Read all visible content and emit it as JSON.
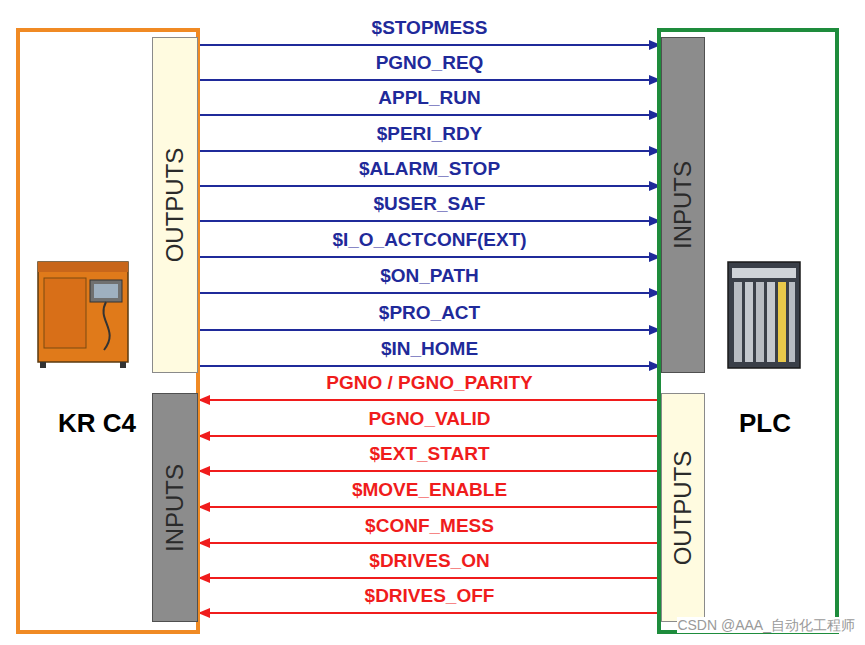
{
  "diagram": {
    "nodes": [
      {
        "text": [
          "KR C4"
        ]
      },
      {
        "text": [
          "OUTPUTS"
        ],
        "in": 0
      },
      {
        "text": [
          "INPUTS"
        ],
        "in": 0
      },
      {
        "text": [
          "PLC"
        ]
      },
      {
        "text": [
          "INPUTS"
        ],
        "in": 3
      },
      {
        "text": [
          "OUTPUTS"
        ],
        "in": 3
      }
    ],
    "edges": [
      {
        "from": 1,
        "to": 4,
        "arrow": "to",
        "label": "$STOPMESS"
      },
      {
        "from": 1,
        "to": 4,
        "arrow": "to",
        "label": "PGNO_REQ"
      },
      {
        "from": 1,
        "to": 4,
        "arrow": "to",
        "label": "APPL_RUN"
      },
      {
        "from": 1,
        "to": 4,
        "arrow": "to",
        "label": "$PERI_RDY"
      },
      {
        "from": 1,
        "to": 4,
        "arrow": "to",
        "label": "$ALARM_STOP"
      },
      {
        "from": 1,
        "to": 4,
        "arrow": "to",
        "label": "$USER_SAF"
      },
      {
        "from": 1,
        "to": 4,
        "arrow": "to",
        "label": "$I_O_ACTCONF(EXT)"
      },
      {
        "from": 1,
        "to": 4,
        "arrow": "to",
        "label": "$ON_PATH"
      },
      {
        "from": 1,
        "to": 4,
        "arrow": "to",
        "label": "$PRO_ACT"
      },
      {
        "from": 1,
        "to": 4,
        "arrow": "to",
        "label": "$IN_HOME"
      },
      {
        "from": 5,
        "to": 2,
        "arrow": "to",
        "label": "PGNO / PGNO_PARITY"
      },
      {
        "from": 5,
        "to": 2,
        "arrow": "to",
        "label": "PGNO_VALID"
      },
      {
        "from": 5,
        "to": 2,
        "arrow": "to",
        "label": "$EXT_START"
      },
      {
        "from": 5,
        "to": 2,
        "arrow": "to",
        "label": "$MOVE_ENABLE"
      },
      {
        "from": 5,
        "to": 2,
        "arrow": "to",
        "label": "$CONF_MESS"
      },
      {
        "from": 5,
        "to": 2,
        "arrow": "to",
        "label": "$DRIVES_ON"
      },
      {
        "from": 5,
        "to": 2,
        "arrow": "to",
        "label": "$DRIVES_OFF"
      }
    ],
    "labels": [
      "CSDN @AAA_自动化工程师"
    ]
  }
}
